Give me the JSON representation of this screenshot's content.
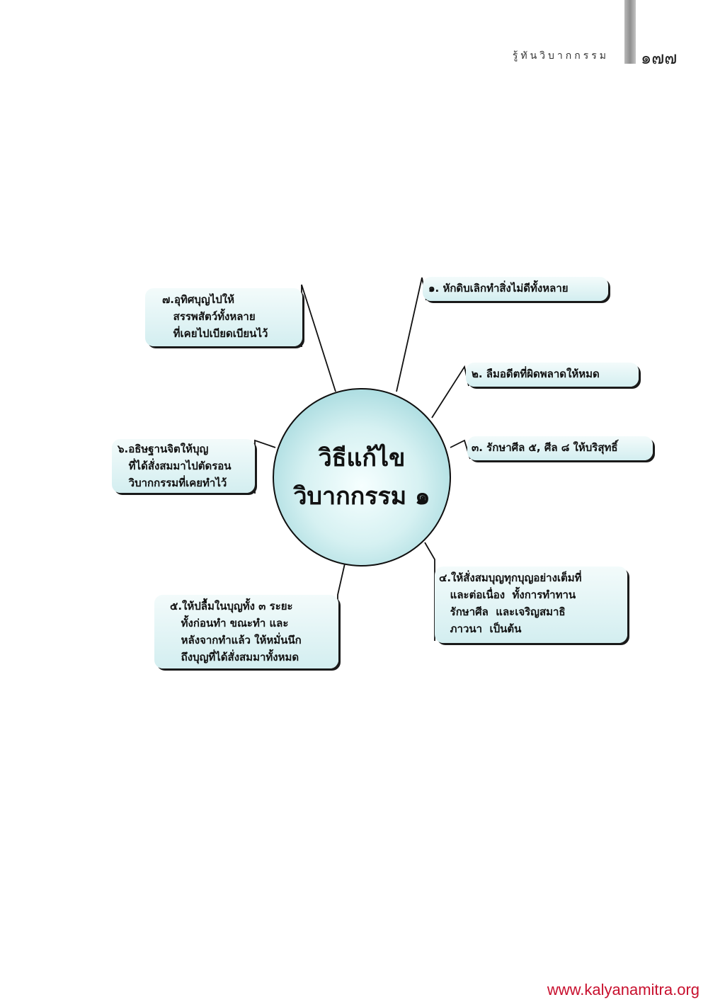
{
  "header": {
    "title": "รู้ทันวิบากกรรม",
    "page_number": "๑๗๗"
  },
  "diagram": {
    "center": {
      "line1": "วิธีแก้ไข",
      "line2": "วิบากกรรม ๑"
    },
    "items": [
      {
        "text": "๑. หักดิบเลิกทำสิ่งไม่ดีทั้งหลาย"
      },
      {
        "text": "๒. ลืมอดีตที่ผิดพลาดให้หมด"
      },
      {
        "text": "๓. รักษาศีล ๕, ศีล ๘ ให้บริสุทธิ์"
      },
      {
        "text": "๔.ให้สั่งสมบุญทุกบุญอย่างเต็มที่\n   และต่อเนื่อง  ทั้งการทำทาน\n   รักษาศีล  และเจริญสมาธิ\n   ภาวนา  เป็นต้น"
      },
      {
        "text": "๕.ให้ปลื้มในบุญทั้ง ๓ ระยะ\n   ทั้งก่อนทำ ขณะทำ และ\n   หลังจากทำแล้ว ให้หมั่นนึก\n   ถึงบุญที่ได้สั่งสมมาทั้งหมด"
      },
      {
        "text": "๖.อธิษฐานจิตให้บุญ\n   ที่ได้สั่งสมมาไปตัดรอน\n   วิบากกรรมที่เคยทำไว้"
      },
      {
        "text": "๗.อุทิศบุญไปให้\n   สรรพสัตว์ทั้งหลาย\n   ที่เคยไปเบียดเบียนไว้"
      }
    ]
  },
  "footer": {
    "url": "www.kalyanamitra.org"
  }
}
